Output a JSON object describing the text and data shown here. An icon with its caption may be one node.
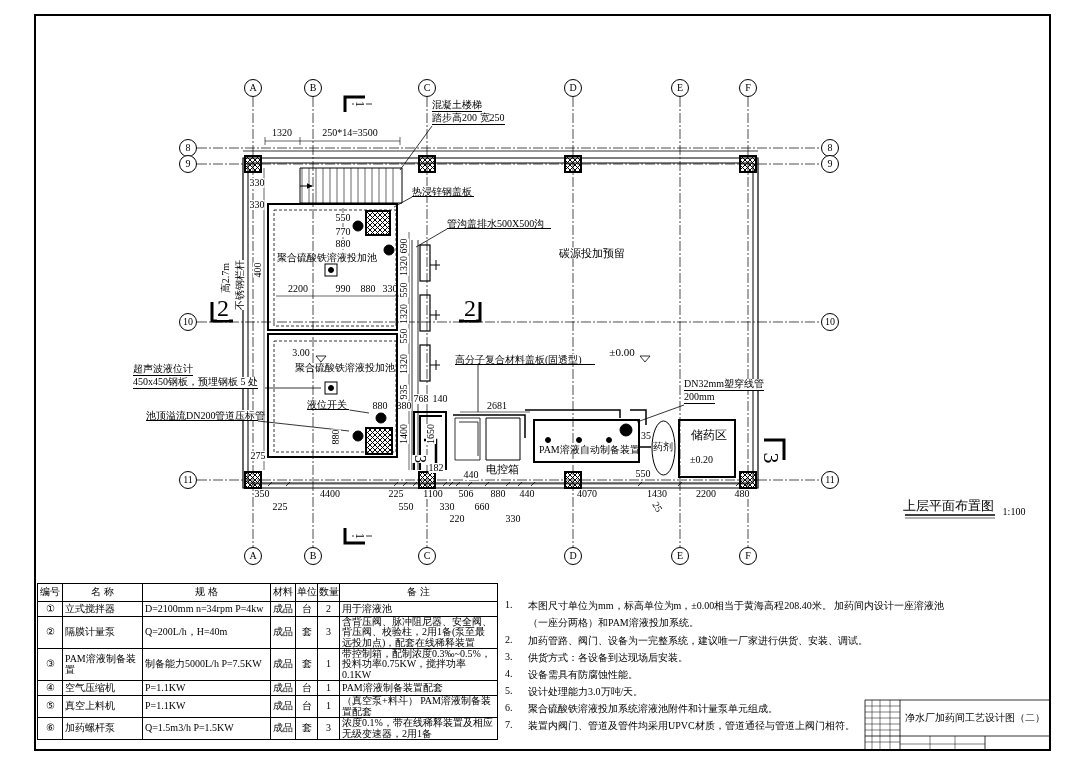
{
  "diagram": {
    "title": "上层平面布置图",
    "nodes": [
      {
        "text": [
          "聚合硫酸铁溶液投加池"
        ]
      },
      {
        "text": [
          "聚合硫酸铁溶液投加池"
        ]
      },
      {
        "text": [
          "PAM溶液自动制备装置"
        ]
      },
      {
        "text": [
          "电控箱"
        ]
      },
      {
        "text": [
          "药剂"
        ]
      },
      {
        "text": [
          "储药区",
          "±0.20"
        ]
      },
      {
        "text": [
          "混凝土楼梯",
          "踏步高200 宽250"
        ]
      },
      {
        "text": [
          "热浸锌钢盖板"
        ]
      },
      {
        "text": [
          "管沟盖排水500X500沟"
        ]
      },
      {
        "text": [
          "超声波液位计",
          "450x450钢板，预埋钢板 5 处"
        ]
      },
      {
        "text": [
          "池顶溢流DN200管道压标管"
        ]
      },
      {
        "text": [
          "液位开关"
        ],
        "in": 1
      },
      {
        "text": [
          "高分子复合材料盖板(固透型)"
        ]
      },
      {
        "text": [
          "DN32mm塑穿线管",
          "200mm"
        ]
      }
    ],
    "edges": [
      {
        "from": 6,
        "to": null,
        "arrow": "none"
      },
      {
        "from": 7,
        "to": 0,
        "arrow": "none"
      },
      {
        "from": 8,
        "to": null,
        "arrow": "none"
      },
      {
        "from": 9,
        "to": 1,
        "arrow": "none"
      },
      {
        "from": 10,
        "to": 1,
        "arrow": "none"
      },
      {
        "from": 11,
        "to": 1,
        "arrow": "none"
      },
      {
        "from": 12,
        "to": null,
        "arrow": "none"
      },
      {
        "from": 13,
        "to": 2,
        "arrow": "none"
      },
      {
        "from": 2,
        "to": 4,
        "arrow": "none"
      }
    ],
    "labels": [
      "A",
      "B",
      "C",
      "D",
      "E",
      "F",
      "8",
      "8",
      "9",
      "9",
      "10",
      "10",
      "11",
      "11",
      "A",
      "B",
      "C",
      "D",
      "E",
      "F",
      "1",
      "2",
      "2",
      "3",
      "3",
      "1",
      "3.00",
      "±0.00",
      "碳源投加预留",
      "高2.7m",
      "不锈钢栏杆",
      "1320",
      "250*14=3500",
      "330",
      "330",
      "400",
      "550",
      "770",
      "880",
      "2200",
      "990",
      "880",
      "330",
      "690",
      "1320",
      "550",
      "1320",
      "550",
      "1320",
      "935",
      "768",
      "140",
      "880",
      "380",
      "2681",
      "880",
      "1400",
      "1650",
      "275",
      "350",
      "225",
      "4400",
      "225",
      "550",
      "1100",
      "330",
      "220",
      "506",
      "660",
      "880",
      "330",
      "440",
      "4070",
      "1430",
      "2200",
      "480",
      "182",
      "440",
      "35",
      "550",
      "25",
      "1:100",
      "编号",
      "名 称",
      "规 格",
      "材料",
      "单位",
      "数量",
      "备 注",
      "①",
      "立式搅拌器",
      "D=2100mm n=34rpm P=4kw",
      "成品",
      "台",
      "2",
      "用于溶液池",
      "②",
      "隔膜计量泵",
      "Q=200L/h，H=40m",
      "成品",
      "套",
      "3",
      "含背压阀、脉冲阻尼器、安全阀、背压阀、校验柱，2用1备(泵至最远投加点)，配套在线稀释装置",
      "③",
      "PAM溶液制备装置",
      "制备能力5000L/h P=7.5KW",
      "成品",
      "套",
      "1",
      "带控制箱，配制浓度0.3‰~0.5%，投料功率0.75KW，搅拌功率0.1KW",
      "④",
      "空气压缩机",
      "P=1.1KW",
      "成品",
      "台",
      "1",
      "PAM溶液制备装置配套",
      "⑤",
      "真空上料机",
      "P=1.1KW",
      "成品",
      "台",
      "1",
      "（真空泵+料斗） PAM溶液制备装置配套",
      "⑥",
      "加药螺杆泵",
      "Q=1.5m3/h P=1.5KW",
      "成品",
      "套",
      "3",
      "浓度0.1%，带在线稀释装置及相应无级变速器，2用1备",
      "1.",
      "本图尺寸单位为mm，标高单位为m，±0.00相当于黄海高程208.40米。 加药间内设计一座溶液池（一座分两格）和PAM溶液投加系统。",
      "2.",
      "加药管路、阀门、设备为一完整系统，建议唯一厂家进行供货、安装、调试。",
      "3.",
      "供货方式：各设备到达现场后安装。",
      "4.",
      "设备需具有防腐蚀性能。",
      "5.",
      "设计处理能力3.0万吨/天。",
      "6.",
      "聚合硫酸铁溶液投加系统溶液池附件和计量泵单元组成。",
      "7.",
      "装置内阀门、管道及管件均采用UPVC材质，管道通径与管道上阀门相符。",
      "净水厂加药间工艺设计图（二）"
    ]
  }
}
